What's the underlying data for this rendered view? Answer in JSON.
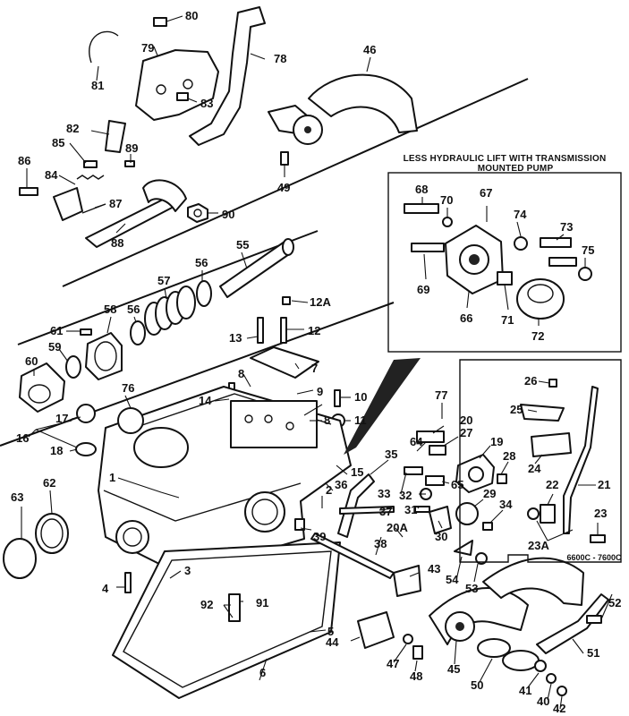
{
  "inset_top": {
    "caption_line1": "LESS HYDRAULIC LIFT WITH TRANSMISSION",
    "caption_line2": "MOUNTED PUMP"
  },
  "inset_right": {
    "model_label": "6600C - 7600C"
  },
  "callouts": {
    "c80": "80",
    "c79": "79",
    "c78": "78",
    "c81": "81",
    "c83": "83",
    "c46": "46",
    "c82": "82",
    "c85": "85",
    "c89": "89",
    "c86": "86",
    "c84": "84",
    "c87": "87",
    "c90": "90",
    "c88": "88",
    "c49": "49",
    "c68": "68",
    "c70": "70",
    "c67": "67",
    "c74": "74",
    "c73": "73",
    "c75": "75",
    "c69": "69",
    "c66": "66",
    "c71": "71",
    "c72": "72",
    "c55": "55",
    "c56a": "56",
    "c56b": "56",
    "c57": "57",
    "c58": "58",
    "c61": "61",
    "c59": "59",
    "c60": "60",
    "c12a": "12A",
    "c13": "13",
    "c12": "12",
    "c7": "7",
    "c8a": "8",
    "c8b": "8",
    "c9": "9",
    "c10": "10",
    "c11": "11",
    "c14": "14",
    "c76": "76",
    "c17": "17",
    "c16": "16",
    "c18": "18",
    "c1": "1",
    "c63": "63",
    "c62": "62",
    "c77": "77",
    "c20": "20",
    "c27": "27",
    "c64": "64",
    "c19": "19",
    "c35": "35",
    "c28": "28",
    "c15": "15",
    "c36": "36",
    "c2": "2",
    "c33": "33",
    "c32": "32",
    "c31": "31",
    "c65": "65",
    "c37": "37",
    "c29": "29",
    "c34": "34",
    "c20a": "20A",
    "c30": "30",
    "c39": "39",
    "c38": "38",
    "c4": "4",
    "c3": "3",
    "c43": "43",
    "c54": "54",
    "c53": "53",
    "c92": "92",
    "c91": "91",
    "c5": "5",
    "c52": "52",
    "c44": "44",
    "c51": "51",
    "c6": "6",
    "c47": "47",
    "c48": "48",
    "c45": "45",
    "c50": "50",
    "c41": "41",
    "c40": "40",
    "c42": "42",
    "c26": "26",
    "c25": "25",
    "c24": "24",
    "c21": "21",
    "c22": "22",
    "c23": "23",
    "c23a": "23A"
  }
}
